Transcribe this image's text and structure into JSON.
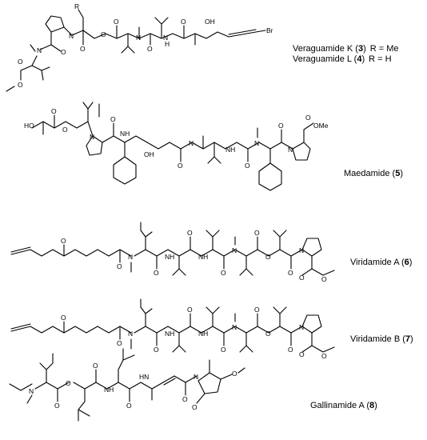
{
  "compounds": [
    {
      "line1_name": "Veraguamide K (",
      "line1_num": "3",
      "line1_close": ")",
      "line1_r": "R = Me",
      "line2_name": "Veraguamide L (",
      "line2_num": "4",
      "line2_close": ")",
      "line2_r": "R = H"
    },
    {
      "name": "Maedamide (",
      "num": "5",
      "close": ")"
    },
    {
      "name": "Viridamide A (",
      "num": "6",
      "close": ")"
    },
    {
      "name": "Viridamide B (",
      "num": "7",
      "close": ")"
    },
    {
      "name": "Gallinamide A (",
      "num": "8",
      "close": ")"
    }
  ],
  "atoms": {
    "R": "R",
    "N": "N",
    "O": "O",
    "H": "H",
    "NH": "NH",
    "HN": "HN",
    "OH": "OH",
    "HO": "HO",
    "Br": "Br",
    "OMe": "OMe"
  }
}
